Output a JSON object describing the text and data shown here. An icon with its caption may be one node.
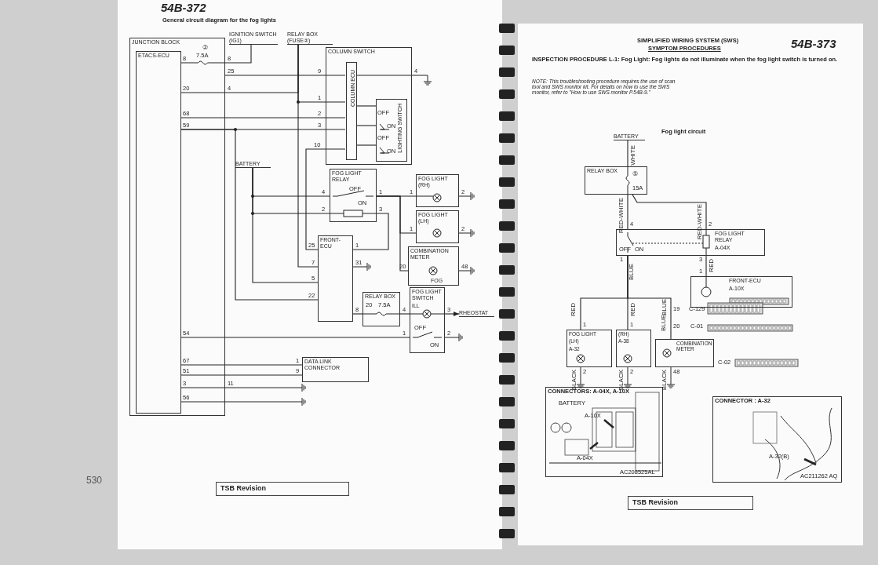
{
  "diagram": {
    "nodes": [
      {
        "text": [
          "JUNCTION BLOCK"
        ]
      },
      {
        "text": [
          "ETACS-ECU"
        ],
        "in": 0
      },
      {
        "text": [
          "IGNITION SWITCH (IG1)"
        ]
      },
      {
        "text": [
          "RELAY BOX (FUSE②)"
        ]
      },
      {
        "text": [
          "COLUMN SWITCH"
        ]
      },
      {
        "text": [
          "COLUMN ECU"
        ],
        "in": 4
      },
      {
        "text": [
          "LIGHTING SWITCH"
        ],
        "in": 4
      },
      {
        "text": [
          "BATTERY"
        ]
      },
      {
        "text": [
          "FOG LIGHT RELAY"
        ]
      },
      {
        "text": [
          "FOG LIGHT (RH)"
        ]
      },
      {
        "text": [
          "FOG LIGHT (LH)"
        ]
      },
      {
        "text": [
          "COMBINATION METER",
          "FOG"
        ]
      },
      {
        "text": [
          "FRONT-ECU"
        ]
      },
      {
        "text": [
          "RELAY BOX"
        ]
      },
      {
        "text": [
          "FOG LIGHT SWITCH",
          "ILL"
        ]
      },
      {
        "text": [
          "DATA LINK CONNECTOR"
        ]
      },
      {
        "text": [
          "RHEOSTAT"
        ]
      },
      {
        "text": [
          "BATTERY"
        ]
      },
      {
        "text": [
          "RELAY BOX"
        ]
      },
      {
        "text": [
          "FOG LIGHT RELAY",
          "A-04X"
        ]
      },
      {
        "text": [
          "FRONT-ECU",
          "A-10X"
        ]
      },
      {
        "text": [
          "FOG LIGHT",
          "(LH)",
          "A-32"
        ]
      },
      {
        "text": [
          "(RH)",
          "A-38"
        ]
      },
      {
        "text": [
          "COMBINATION METER"
        ]
      },
      {
        "text": [
          "CONNECTORS: A-04X, A-10X"
        ]
      },
      {
        "text": [
          "CONNECTOR : A-32"
        ]
      }
    ],
    "edges": [
      {
        "from": 2,
        "to": 0,
        "arrow": "none"
      },
      {
        "from": 0,
        "to": 4,
        "arrow": "none"
      },
      {
        "from": 1,
        "to": 3,
        "arrow": "none"
      },
      {
        "from": 3,
        "to": 4,
        "arrow": "none"
      },
      {
        "from": 1,
        "to": 4,
        "arrow": "none"
      },
      {
        "from": 1,
        "to": 4,
        "arrow": "none"
      },
      {
        "from": 4,
        "to": 12,
        "arrow": "none"
      },
      {
        "from": 3,
        "to": 12,
        "arrow": "none"
      },
      {
        "from": 1,
        "to": 12,
        "arrow": "none"
      },
      {
        "from": 7,
        "to": 8,
        "arrow": "none"
      },
      {
        "from": 7,
        "to": 8,
        "arrow": "none"
      },
      {
        "from": 7,
        "to": 12,
        "arrow": "none"
      },
      {
        "from": 8,
        "to": 9,
        "arrow": "none"
      },
      {
        "from": 8,
        "to": 10,
        "arrow": "none"
      },
      {
        "from": 8,
        "to": 11,
        "arrow": "none"
      },
      {
        "from": 8,
        "to": 12,
        "arrow": "none"
      },
      {
        "from": 12,
        "to": 13,
        "arrow": "none"
      },
      {
        "from": 13,
        "to": 14,
        "arrow": "none"
      },
      {
        "from": 14,
        "to": 16,
        "arrow": "to"
      },
      {
        "from": 1,
        "to": 14,
        "arrow": "none"
      },
      {
        "from": 1,
        "to": 15,
        "arrow": "none"
      },
      {
        "from": 1,
        "to": 15,
        "arrow": "none"
      },
      {
        "from": 5,
        "to": 6,
        "arrow": "none"
      },
      {
        "from": 17,
        "to": 18,
        "arrow": "none",
        "label": "WHITE"
      },
      {
        "from": 18,
        "to": 19,
        "arrow": "none",
        "label": "RED-WHITE"
      },
      {
        "from": 18,
        "to": 19,
        "arrow": "none",
        "label": "RED-WHITE"
      },
      {
        "from": 19,
        "to": 20,
        "arrow": "none",
        "label": "RED"
      },
      {
        "from": 19,
        "to": 21,
        "arrow": "none",
        "label": "RED"
      },
      {
        "from": 19,
        "to": 22,
        "arrow": "none",
        "label": "RED"
      },
      {
        "from": 19,
        "to": 23,
        "arrow": "none",
        "label": "BLUE"
      },
      {
        "from": 5,
        "to": 6,
        "arrow": "none"
      },
      {
        "from": 5,
        "to": 6,
        "arrow": "none"
      }
    ],
    "labels": [
      "54B-372",
      "General circuit diagram for the fog lights",
      "②",
      "7.5A",
      "8",
      "8",
      "25",
      "20",
      "4",
      "9",
      "4",
      "1",
      "68",
      "2",
      "59",
      "3",
      "10",
      "OFF",
      "ON",
      "OFF",
      "ON",
      "4",
      "1",
      "OFF",
      "ON",
      "2",
      "3",
      "1",
      "2",
      "1",
      "2",
      "20",
      "48",
      "25",
      "1",
      "7",
      "31",
      "5",
      "22",
      "8",
      "20",
      "7.5A",
      "4",
      "3",
      "OFF",
      "ON",
      "54",
      "1",
      "2",
      "67",
      "1",
      "51",
      "9",
      "3",
      "11",
      "56",
      "530",
      "TSB Revision",
      "SIMPLIFIED WIRING SYSTEM (SWS)",
      "SYMPTOM PROCEDURES",
      "54B-373",
      "INSPECTION PROCEDURE L-1: Fog Light: Fog lights do not illuminate when the fog light switch is turned on.",
      "NOTE: This troubleshooting procedure requires the use of scan tool and SWS monitor kit. For details on how to use the SWS monitor, refer to \"How to use SWS monitor P.54B-9.\"",
      "Fog light circuit",
      "⑤",
      "15A",
      "4",
      "2",
      "OFF",
      "ON",
      "1",
      "3",
      "1",
      "BLUE",
      "1",
      "1",
      "19",
      "C-129",
      "BLUE",
      "20",
      "C-01",
      "2",
      "2",
      "48",
      "C-02",
      "BLACK",
      "BLACK",
      "BLACK",
      "BATTERY",
      "A-10X",
      "A-04X",
      "AC208525AL",
      "A-32(B)",
      "AC211262 AQ",
      "TSB Revision"
    ]
  }
}
